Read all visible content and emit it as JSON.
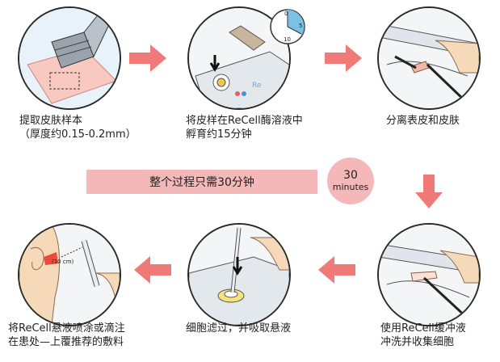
{
  "steps": [
    {
      "line1": "提取皮肤样本",
      "line2": "（厚度约0.15-0.2mm）"
    },
    {
      "line1": "将皮样在ReCell酶溶液中",
      "line2": "孵育约15分钟"
    },
    {
      "line1": "分离表皮和皮肤",
      "line2": ""
    },
    {
      "line1": "使用ReCell缓冲液",
      "line2": "冲洗并收集细胞"
    },
    {
      "line1": "细胞滤过，并吸取悬液",
      "line2": ""
    },
    {
      "line1": "将ReCell悬液喷涂或滴注",
      "line2": "在患处—上覆推荐的敷料"
    }
  ],
  "banner": {
    "text": "整个过程只需30分钟"
  },
  "badge": {
    "number": "30",
    "unit": "minutes"
  },
  "timer_labels": {
    "top": "0",
    "right": "5",
    "bottom": "10"
  },
  "spray_label": "(10 cm)",
  "colors": {
    "arrow": "#f07a78",
    "banner": "#f4b8b8",
    "outline": "#2a2a2a",
    "skin": "#f6d9b8"
  }
}
